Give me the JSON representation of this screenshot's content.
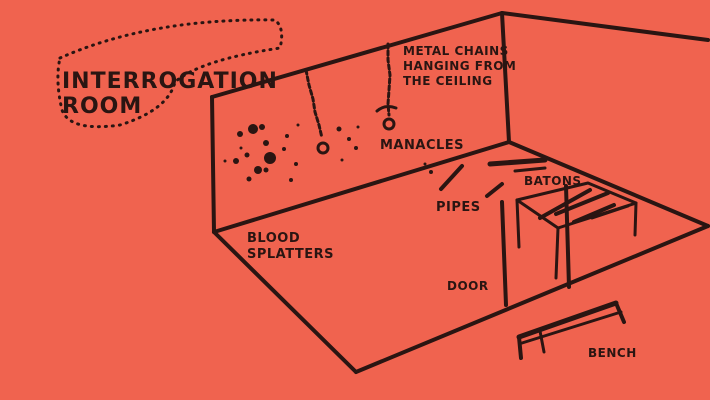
{
  "title": {
    "line1": "INTERROGATION",
    "line2": "ROOM"
  },
  "labels": {
    "metal_chains_line1": "METAL CHAINS",
    "metal_chains_line2": "HANGING FROM",
    "metal_chains_line3": "THE CEILING",
    "manacles": "MANACLES",
    "batons": "BATONS",
    "pipes": "PIPES",
    "blood_line1": "BLOOD",
    "blood_line2": "SPLATTERS",
    "door": "DOOR",
    "bench": "BENCH"
  },
  "colors": {
    "background": "#f0634f",
    "ink": "#2a1512"
  }
}
